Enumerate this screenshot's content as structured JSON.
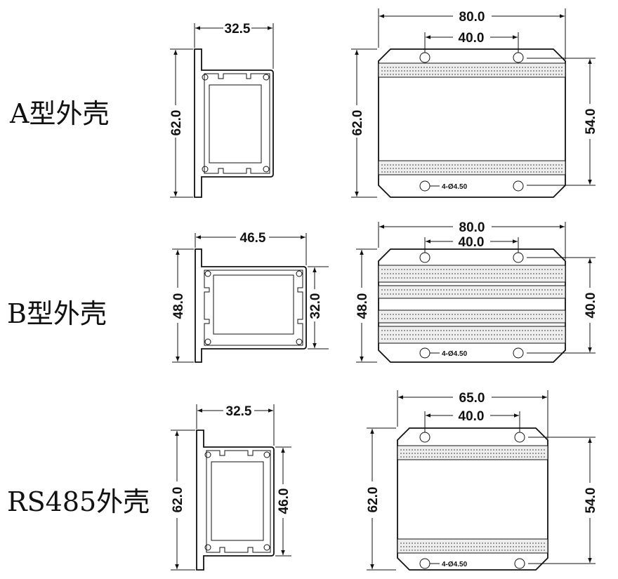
{
  "sections": [
    {
      "label": "A型外壳",
      "side": {
        "width": "32.5",
        "height": "62.0"
      },
      "top": {
        "width": "80.0",
        "hole_spacing": "40.0",
        "overall_height": "62.0",
        "inner_height": "54.0",
        "hole_note": "4-Ø4.50"
      }
    },
    {
      "label": "B型外壳",
      "side": {
        "width": "46.5",
        "height": "48.0",
        "inner_height": "32.0"
      },
      "top": {
        "width": "80.0",
        "hole_spacing": "40.0",
        "overall_height": "48.0",
        "inner_height": "40.0",
        "hole_note": "4-Ø4.50"
      }
    },
    {
      "label": "RS485外壳",
      "side": {
        "width": "32.5",
        "height": "62.0",
        "inner_height": "46.0"
      },
      "top": {
        "width": "65.0",
        "hole_spacing": "40.0",
        "overall_height": "62.0",
        "inner_height": "54.0",
        "hole_note": "4-Ø4.50"
      }
    }
  ]
}
